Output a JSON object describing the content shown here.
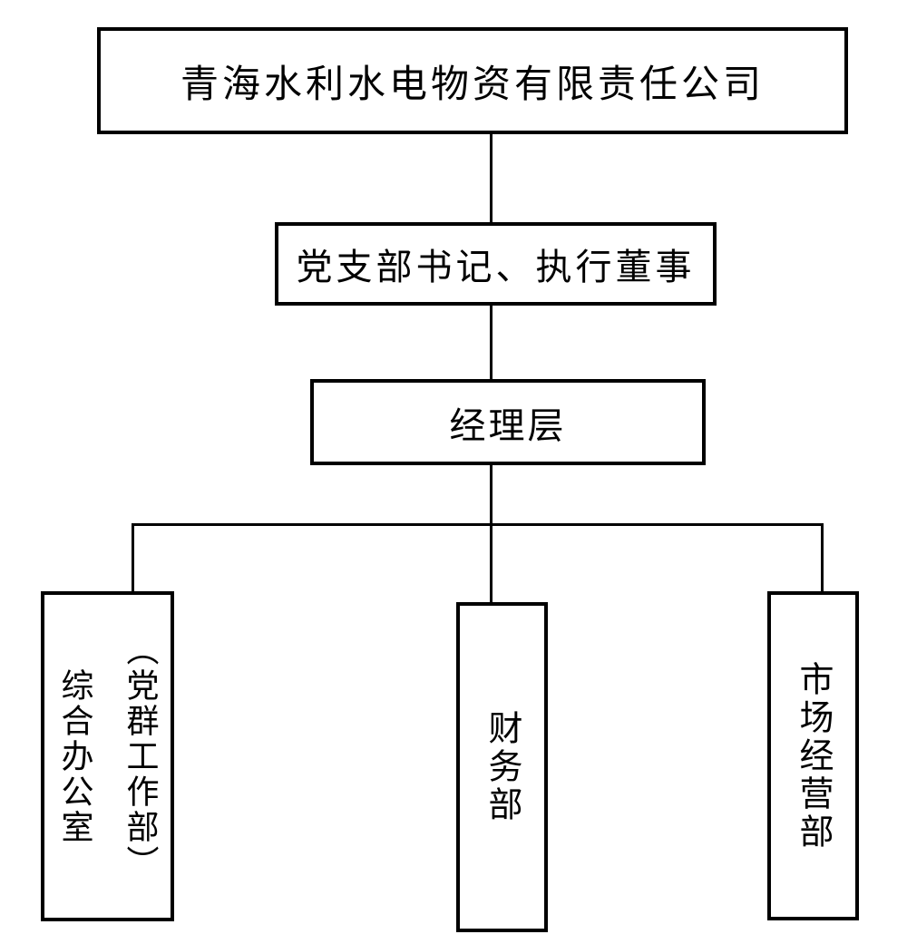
{
  "org_chart": {
    "type": "organization-chart",
    "root": {
      "label": "青海水利水电物资有限责任公司"
    },
    "level2": {
      "label": "党支部书记、执行董事"
    },
    "level3": {
      "label": "经理层"
    },
    "departments": [
      {
        "label": "综合办公室（党群工作部）",
        "line1": "综合办公室",
        "line2": "（党群工作部）"
      },
      {
        "label": "财务部"
      },
      {
        "label": "市场经营部"
      }
    ],
    "edges": [
      {
        "from": "青海水利水电物资有限责任公司",
        "to": "党支部书记、执行董事"
      },
      {
        "from": "党支部书记、执行董事",
        "to": "经理层"
      },
      {
        "from": "经理层",
        "to": "综合办公室（党群工作部）"
      },
      {
        "from": "经理层",
        "to": "财务部"
      },
      {
        "from": "经理层",
        "to": "市场经营部"
      }
    ]
  },
  "colors": {
    "background": "#ffffff",
    "line": "#000000",
    "text": "#000000"
  }
}
